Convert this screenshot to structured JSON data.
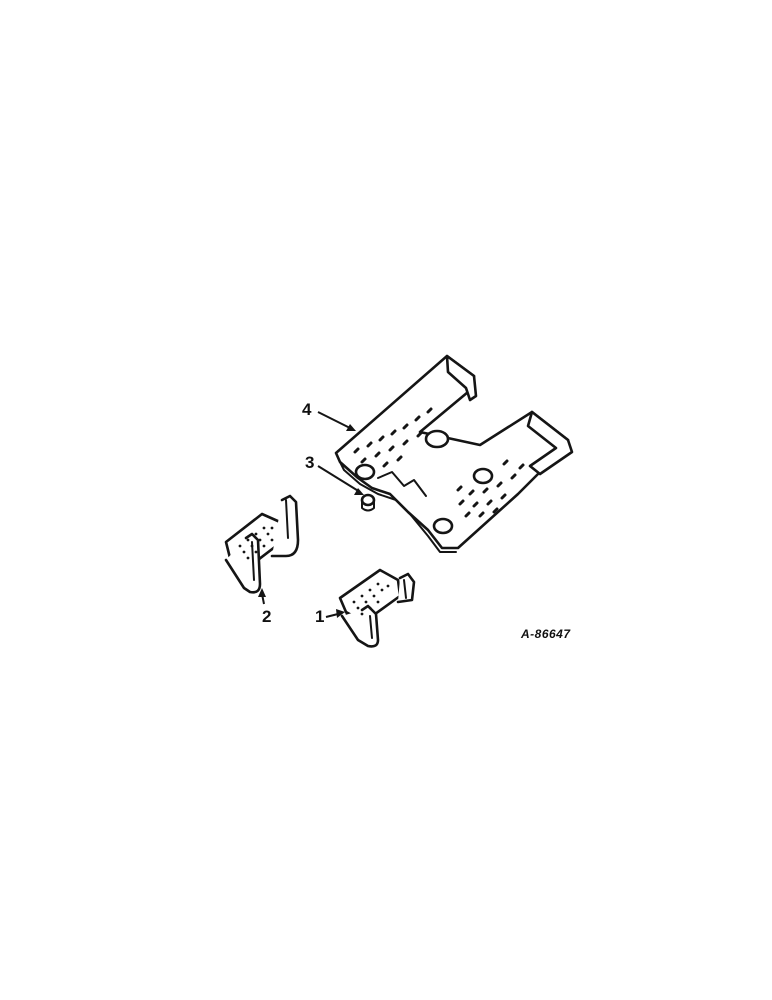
{
  "diagram": {
    "drawing_number": "A-86647",
    "callouts": [
      {
        "id": "1",
        "label": "1"
      },
      {
        "id": "2",
        "label": "2"
      },
      {
        "id": "3",
        "label": "3"
      },
      {
        "id": "4",
        "label": "4"
      }
    ]
  }
}
